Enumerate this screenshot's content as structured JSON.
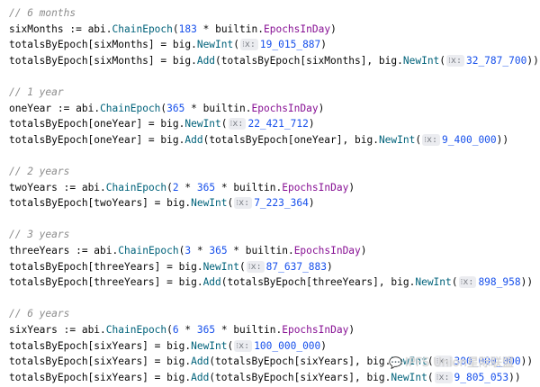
{
  "editor": {
    "hint_glyph": "⁝",
    "lines": [
      [
        {
          "t": "// 6 months",
          "c": "cmt"
        }
      ],
      [
        {
          "t": "sixMonths := "
        },
        {
          "t": "abi",
          "c": "pkg"
        },
        {
          "t": "."
        },
        {
          "t": "ChainEpoch",
          "c": "fn"
        },
        {
          "t": "("
        },
        {
          "t": "183",
          "c": "num"
        },
        {
          "t": " * "
        },
        {
          "t": "builtin",
          "c": "pkg"
        },
        {
          "t": "."
        },
        {
          "t": "EpochsInDay",
          "c": "fld"
        },
        {
          "t": ")"
        }
      ],
      [
        {
          "t": "totalsByEpoch[sixMonths] = "
        },
        {
          "t": "big",
          "c": "pkg"
        },
        {
          "t": "."
        },
        {
          "t": "NewInt",
          "c": "fn"
        },
        {
          "t": "("
        },
        {
          "hint": "x:"
        },
        {
          "t": "19_015_887",
          "c": "num"
        },
        {
          "t": ")"
        }
      ],
      [
        {
          "t": "totalsByEpoch[sixMonths] = "
        },
        {
          "t": "big",
          "c": "pkg"
        },
        {
          "t": "."
        },
        {
          "t": "Add",
          "c": "fn"
        },
        {
          "t": "(totalsByEpoch[sixMonths], "
        },
        {
          "t": "big",
          "c": "pkg"
        },
        {
          "t": "."
        },
        {
          "t": "NewInt",
          "c": "fn"
        },
        {
          "t": "("
        },
        {
          "hint": "x:"
        },
        {
          "t": "32_787_700",
          "c": "num"
        },
        {
          "t": "))"
        }
      ],
      [],
      [
        {
          "t": "// 1 year",
          "c": "cmt"
        }
      ],
      [
        {
          "t": "oneYear := "
        },
        {
          "t": "abi",
          "c": "pkg"
        },
        {
          "t": "."
        },
        {
          "t": "ChainEpoch",
          "c": "fn"
        },
        {
          "t": "("
        },
        {
          "t": "365",
          "c": "num"
        },
        {
          "t": " * "
        },
        {
          "t": "builtin",
          "c": "pkg"
        },
        {
          "t": "."
        },
        {
          "t": "EpochsInDay",
          "c": "fld"
        },
        {
          "t": ")"
        }
      ],
      [
        {
          "t": "totalsByEpoch[oneYear] = "
        },
        {
          "t": "big",
          "c": "pkg"
        },
        {
          "t": "."
        },
        {
          "t": "NewInt",
          "c": "fn"
        },
        {
          "t": "("
        },
        {
          "hint": "x:"
        },
        {
          "t": "22_421_712",
          "c": "num"
        },
        {
          "t": ")"
        }
      ],
      [
        {
          "t": "totalsByEpoch[oneYear] = "
        },
        {
          "t": "big",
          "c": "pkg"
        },
        {
          "t": "."
        },
        {
          "t": "Add",
          "c": "fn"
        },
        {
          "t": "(totalsByEpoch[oneYear], "
        },
        {
          "t": "big",
          "c": "pkg"
        },
        {
          "t": "."
        },
        {
          "t": "NewInt",
          "c": "fn"
        },
        {
          "t": "("
        },
        {
          "hint": "x:"
        },
        {
          "t": "9_400_000",
          "c": "num"
        },
        {
          "t": "))"
        }
      ],
      [],
      [
        {
          "t": "// 2 years",
          "c": "cmt"
        }
      ],
      [
        {
          "t": "twoYears := "
        },
        {
          "t": "abi",
          "c": "pkg"
        },
        {
          "t": "."
        },
        {
          "t": "ChainEpoch",
          "c": "fn"
        },
        {
          "t": "("
        },
        {
          "t": "2",
          "c": "num"
        },
        {
          "t": " * "
        },
        {
          "t": "365",
          "c": "num"
        },
        {
          "t": " * "
        },
        {
          "t": "builtin",
          "c": "pkg"
        },
        {
          "t": "."
        },
        {
          "t": "EpochsInDay",
          "c": "fld"
        },
        {
          "t": ")"
        }
      ],
      [
        {
          "t": "totalsByEpoch[twoYears] = "
        },
        {
          "t": "big",
          "c": "pkg"
        },
        {
          "t": "."
        },
        {
          "t": "NewInt",
          "c": "fn"
        },
        {
          "t": "("
        },
        {
          "hint": "x:"
        },
        {
          "t": "7_223_364",
          "c": "num"
        },
        {
          "t": ")"
        }
      ],
      [],
      [
        {
          "t": "// 3 years",
          "c": "cmt"
        }
      ],
      [
        {
          "t": "threeYears := "
        },
        {
          "t": "abi",
          "c": "pkg"
        },
        {
          "t": "."
        },
        {
          "t": "ChainEpoch",
          "c": "fn"
        },
        {
          "t": "("
        },
        {
          "t": "3",
          "c": "num"
        },
        {
          "t": " * "
        },
        {
          "t": "365",
          "c": "num"
        },
        {
          "t": " * "
        },
        {
          "t": "builtin",
          "c": "pkg"
        },
        {
          "t": "."
        },
        {
          "t": "EpochsInDay",
          "c": "fld"
        },
        {
          "t": ")"
        }
      ],
      [
        {
          "t": "totalsByEpoch[threeYears] = "
        },
        {
          "t": "big",
          "c": "pkg"
        },
        {
          "t": "."
        },
        {
          "t": "NewInt",
          "c": "fn"
        },
        {
          "t": "("
        },
        {
          "hint": "x:"
        },
        {
          "t": "87_637_883",
          "c": "num"
        },
        {
          "t": ")"
        }
      ],
      [
        {
          "t": "totalsByEpoch[threeYears] = "
        },
        {
          "t": "big",
          "c": "pkg"
        },
        {
          "t": "."
        },
        {
          "t": "Add",
          "c": "fn"
        },
        {
          "t": "(totalsByEpoch[threeYears], "
        },
        {
          "t": "big",
          "c": "pkg"
        },
        {
          "t": "."
        },
        {
          "t": "NewInt",
          "c": "fn"
        },
        {
          "t": "("
        },
        {
          "hint": "x:"
        },
        {
          "t": "898_958",
          "c": "num"
        },
        {
          "t": "))"
        }
      ],
      [],
      [
        {
          "t": "// 6 years",
          "c": "cmt"
        }
      ],
      [
        {
          "t": "sixYears := "
        },
        {
          "t": "abi",
          "c": "pkg"
        },
        {
          "t": "."
        },
        {
          "t": "ChainEpoch",
          "c": "fn"
        },
        {
          "t": "("
        },
        {
          "t": "6",
          "c": "num"
        },
        {
          "t": " * "
        },
        {
          "t": "365",
          "c": "num"
        },
        {
          "t": " * "
        },
        {
          "t": "builtin",
          "c": "pkg"
        },
        {
          "t": "."
        },
        {
          "t": "EpochsInDay",
          "c": "fld"
        },
        {
          "t": ")"
        }
      ],
      [
        {
          "t": "totalsByEpoch[sixYears] = "
        },
        {
          "t": "big",
          "c": "pkg"
        },
        {
          "t": "."
        },
        {
          "t": "NewInt",
          "c": "fn"
        },
        {
          "t": "("
        },
        {
          "hint": "x:"
        },
        {
          "t": "100_000_000",
          "c": "num"
        },
        {
          "t": ")"
        }
      ],
      [
        {
          "t": "totalsByEpoch[sixYears] = "
        },
        {
          "t": "big",
          "c": "pkg"
        },
        {
          "t": "."
        },
        {
          "t": "Add",
          "c": "fn"
        },
        {
          "t": "(totalsByEpoch[sixYears], "
        },
        {
          "t": "big",
          "c": "pkg"
        },
        {
          "t": "."
        },
        {
          "t": "NewInt",
          "c": "fn"
        },
        {
          "t": "("
        },
        {
          "hint": "x:"
        },
        {
          "t": "300_000_000",
          "c": "num"
        },
        {
          "t": "))"
        }
      ],
      [
        {
          "t": "totalsByEpoch[sixYears] = "
        },
        {
          "t": "big",
          "c": "pkg"
        },
        {
          "t": "."
        },
        {
          "t": "Add",
          "c": "fn"
        },
        {
          "t": "(totalsByEpoch[sixYears], "
        },
        {
          "t": "big",
          "c": "pkg"
        },
        {
          "t": "."
        },
        {
          "t": "NewInt",
          "c": "fn"
        },
        {
          "t": "("
        },
        {
          "hint": "x:"
        },
        {
          "t": "9_805_053",
          "c": "num"
        },
        {
          "t": "))"
        }
      ]
    ]
  },
  "watermark": {
    "icon": "wechat-icon",
    "text": "IPFS Union星际联盟"
  },
  "colors": {
    "comment": "#8c8c8c",
    "function": "#00627a",
    "field": "#871094",
    "number": "#1750eb",
    "text": "#080808",
    "hint_bg": "#ebecf0"
  }
}
